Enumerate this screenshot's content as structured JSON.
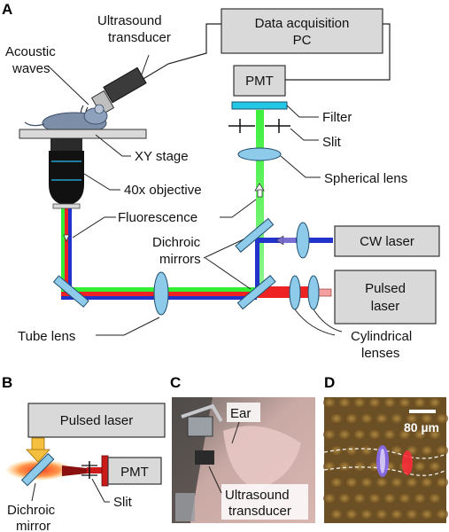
{
  "panels": {
    "a": "A",
    "b": "B",
    "c": "C",
    "d": "D"
  },
  "panel_a": {
    "ultrasound_transducer": [
      "Ultrasound",
      "transducer"
    ],
    "data_acquisition": [
      "Data acquisition",
      "PC"
    ],
    "acoustic_waves": [
      "Acoustic",
      "waves"
    ],
    "pmt": "PMT",
    "filter": "Filter",
    "slit": "Slit",
    "xy_stage": "XY stage",
    "spherical_lens": "Spherical lens",
    "objective": "40x objective",
    "fluorescence": "Fluorescence",
    "dichroic_mirrors": [
      "Dichroic",
      "mirrors"
    ],
    "cw_laser": "CW laser",
    "pulsed_laser": [
      "Pulsed",
      "laser"
    ],
    "tube_lens": "Tube lens",
    "cylindrical_lenses": [
      "Cylindrical",
      "lenses"
    ]
  },
  "panel_b": {
    "pulsed_laser": "Pulsed laser",
    "pmt": "PMT",
    "dichroic_mirror": [
      "Dichroic",
      "mirror"
    ],
    "slit": "Slit"
  },
  "panel_c": {
    "ear": "Ear",
    "ultrasound_transducer": [
      "Ultrasound",
      "transducer"
    ]
  },
  "panel_d": {
    "scale_bar": "80 µm"
  },
  "colors": {
    "green_beam": "#33ee33",
    "red_beam": "#ee2222",
    "blue_beam": "#2233cc",
    "optic_fill": "#8ecbea",
    "box_fill": "#d9d9d9"
  }
}
